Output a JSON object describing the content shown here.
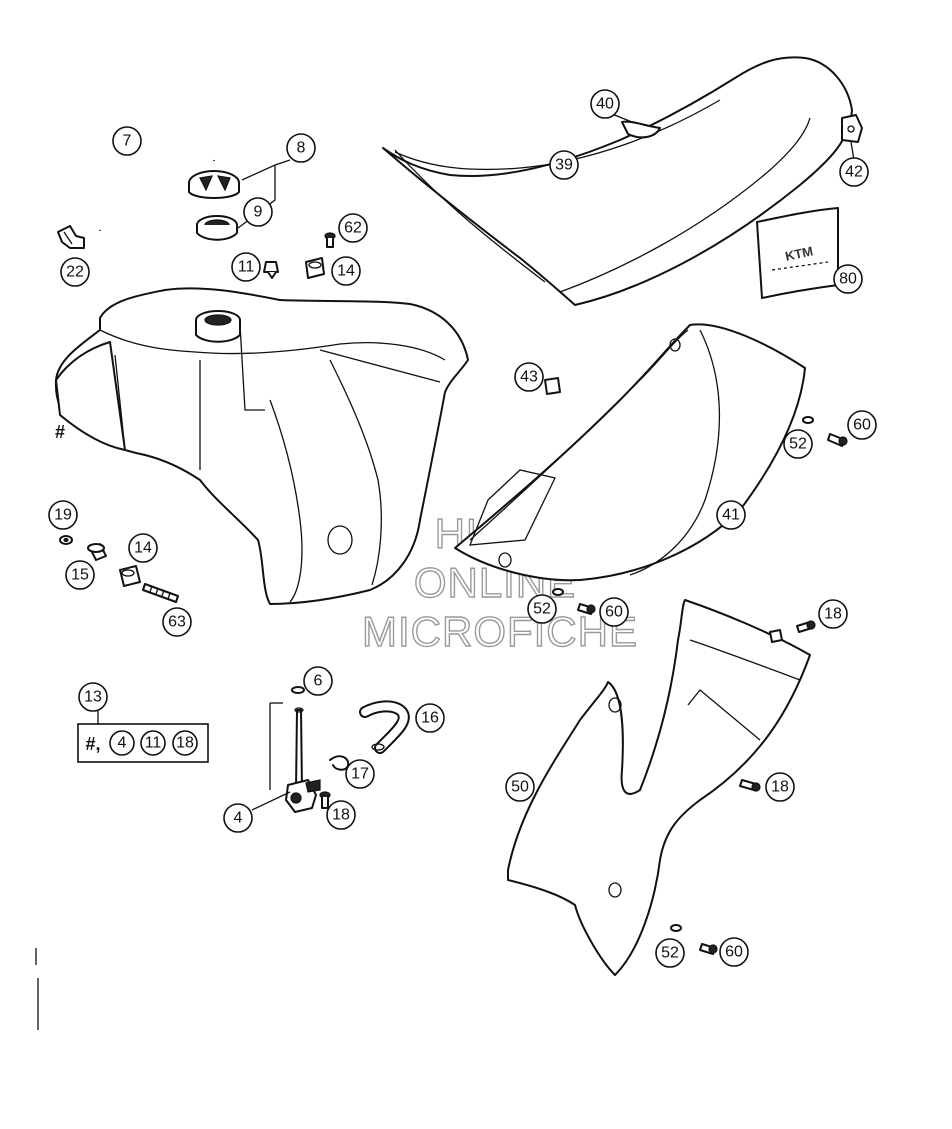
{
  "watermark": {
    "line1": "HLSM",
    "line2": "ONLINE",
    "line3": "MICROFICHE"
  },
  "callouts": {
    "c7": "7",
    "c8": "8",
    "c9": "9",
    "c22": "22",
    "c62": "62",
    "c11": "11",
    "c14a": "14",
    "c40": "40",
    "c39": "39",
    "c42": "42",
    "c80": "80",
    "c43": "43",
    "c52a": "52",
    "c60a": "60",
    "c41": "41",
    "c19": "19",
    "c14b": "14",
    "c15": "15",
    "c63": "63",
    "c52b": "52",
    "c60b": "60",
    "c18a": "18",
    "c6": "6",
    "c16": "16",
    "c17": "17",
    "c4": "4",
    "c18b": "18",
    "c13": "13",
    "c50": "50",
    "c18c": "18",
    "c52c": "52",
    "c60c": "60"
  },
  "tank_marker": "#",
  "kit": {
    "prefix": "#,",
    "items": [
      "4",
      "11",
      "18"
    ]
  },
  "logo_text": "KTM"
}
